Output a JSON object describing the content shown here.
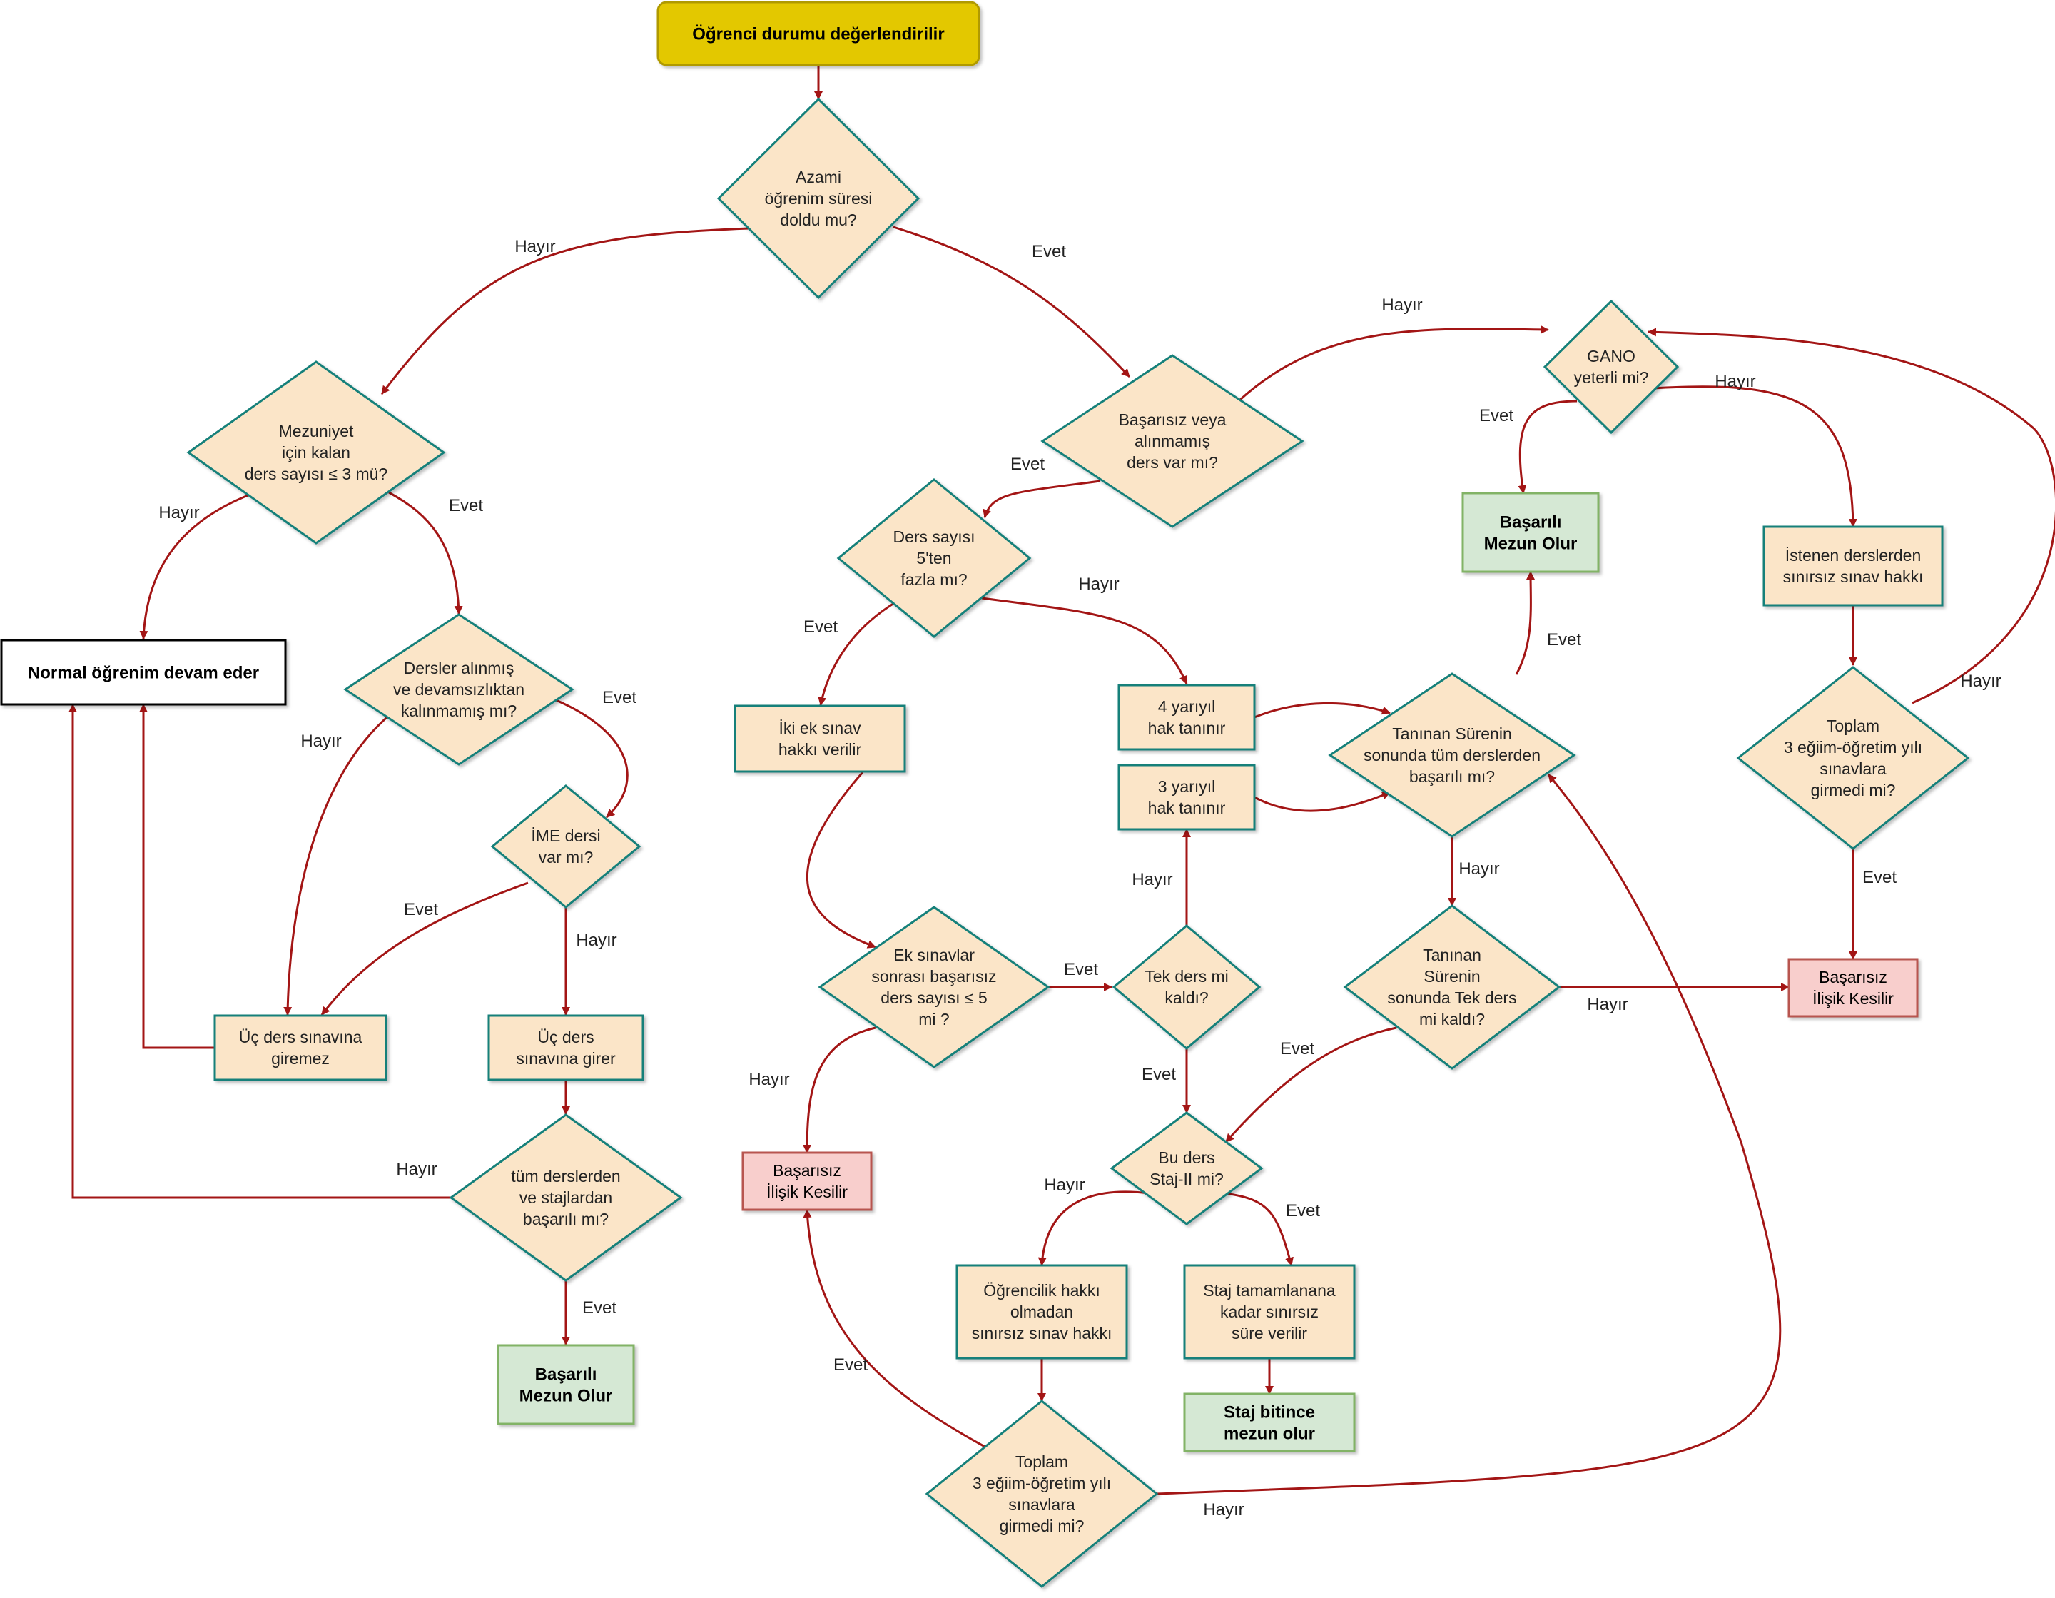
{
  "colors": {
    "node_fill": "#fbe5c8",
    "node_stroke": "#12807a",
    "start_fill": "#e3c800",
    "start_stroke": "#b09a00",
    "success_fill": "#d5e8d4",
    "success_stroke": "#82b366",
    "fail_fill": "#f8cecc",
    "fail_stroke": "#b85450",
    "edge": "#a31515",
    "normal_stroke": "#000000"
  },
  "nodes": [
    {
      "id": "start",
      "shape": "start",
      "lines": [
        "Öğrenci durumu değerlendirilir"
      ],
      "bold": true
    },
    {
      "id": "azami",
      "shape": "diamond",
      "lines": [
        "Azami",
        "öğrenim süresi",
        "doldu mu?"
      ]
    },
    {
      "id": "mezuniyet",
      "shape": "diamond",
      "lines": [
        "Mezuniyet",
        "için kalan",
        "ders sayısı ≤ 3 mü?"
      ]
    },
    {
      "id": "normal",
      "shape": "normal",
      "lines": [
        "Normal öğrenim devam eder"
      ],
      "bold": true
    },
    {
      "id": "dersler",
      "shape": "diamond",
      "lines": [
        "Dersler alınmış",
        "ve devamsızlıktan",
        "kalınmamış mı?"
      ]
    },
    {
      "id": "ime",
      "shape": "diamond",
      "lines": [
        "İME dersi",
        "var mı?"
      ]
    },
    {
      "id": "ucgiremez",
      "shape": "rect",
      "lines": [
        "Üç ders sınavına",
        "giremez"
      ]
    },
    {
      "id": "ucgirer",
      "shape": "rect",
      "lines": [
        "Üç ders",
        "sınavına girer"
      ]
    },
    {
      "id": "tumders1",
      "shape": "diamond",
      "lines": [
        "tüm derslerden",
        "ve stajlardan",
        "başarılı mı?"
      ]
    },
    {
      "id": "mezun1",
      "shape": "success",
      "lines": [
        "Başarılı",
        "Mezun Olur"
      ],
      "bold": true
    },
    {
      "id": "basarisiz",
      "shape": "diamond",
      "lines": [
        "Başarısız veya",
        "alınmamış",
        "ders var mı?"
      ]
    },
    {
      "id": "ders5",
      "shape": "diamond",
      "lines": [
        "Ders sayısı",
        "5'ten",
        "fazla mı?"
      ]
    },
    {
      "id": "ikiek",
      "shape": "rect",
      "lines": [
        "İki ek sınav",
        "hakkı verilir"
      ]
    },
    {
      "id": "yariyil4",
      "shape": "rect",
      "lines": [
        "4 yarıyıl",
        "hak tanınır"
      ]
    },
    {
      "id": "yariyil3",
      "shape": "rect",
      "lines": [
        "3 yarıyıl",
        "hak tanınır"
      ]
    },
    {
      "id": "taninan1",
      "shape": "diamond",
      "lines": [
        "Tanınan Sürenin",
        "sonunda tüm derslerden",
        "başarılı mı?"
      ]
    },
    {
      "id": "gano",
      "shape": "diamond",
      "lines": [
        "GANO",
        "yeterli mi?"
      ]
    },
    {
      "id": "mezun2",
      "shape": "success",
      "lines": [
        "Başarılı",
        "Mezun Olur"
      ],
      "bold": true
    },
    {
      "id": "istenen",
      "shape": "rect",
      "lines": [
        "İstenen derslerden",
        "sınırsız sınav hakkı"
      ]
    },
    {
      "id": "toplam1",
      "shape": "diamond",
      "lines": [
        "Toplam",
        "3 eğiim-öğretim yılı",
        "sınavlara",
        "girmedi mi?"
      ]
    },
    {
      "id": "ilisik1",
      "shape": "fail",
      "lines": [
        "Başarısız",
        "İlişik Kesilir"
      ]
    },
    {
      "id": "ek5",
      "shape": "diamond",
      "lines": [
        "Ek sınavlar",
        "sonrası başarısız",
        "ders sayısı ≤ 5",
        "mi ?"
      ]
    },
    {
      "id": "tekders",
      "shape": "diamond",
      "lines": [
        "Tek ders mi",
        "kaldı?"
      ]
    },
    {
      "id": "taninan2",
      "shape": "diamond",
      "lines": [
        "Tanınan",
        "Sürenin",
        "sonunda Tek ders",
        "mi kaldı?"
      ]
    },
    {
      "id": "ilisik2",
      "shape": "fail",
      "lines": [
        "Başarısız",
        "İlişik Kesilir"
      ]
    },
    {
      "id": "staj",
      "shape": "diamond",
      "lines": [
        "Bu ders",
        "Staj-II mi?"
      ]
    },
    {
      "id": "ogrencilik",
      "shape": "rect",
      "lines": [
        "Öğrencilik hakkı",
        "olmadan",
        "sınırsız sınav hakkı"
      ]
    },
    {
      "id": "stajtam",
      "shape": "rect",
      "lines": [
        "Staj tamamlanana",
        "kadar sınırsız",
        "süre verilir"
      ]
    },
    {
      "id": "stajbitince",
      "shape": "success",
      "lines": [
        "Staj bitince",
        "mezun olur"
      ],
      "bold": true
    },
    {
      "id": "toplam2",
      "shape": "diamond",
      "lines": [
        "Toplam",
        "3 eğiim-öğretim yılı",
        "sınavlara",
        "girmedi mi?"
      ]
    }
  ],
  "edge_labels": [
    {
      "id": "l-azami-hayir",
      "text": "Hayır"
    },
    {
      "id": "l-azami-evet",
      "text": "Evet"
    },
    {
      "id": "l-mez-hayir",
      "text": "Hayır"
    },
    {
      "id": "l-mez-evet",
      "text": "Evet"
    },
    {
      "id": "l-ders-hayir",
      "text": "Hayır"
    },
    {
      "id": "l-ders-evet",
      "text": "Evet"
    },
    {
      "id": "l-ime-evet",
      "text": "Evet"
    },
    {
      "id": "l-ime-hayir",
      "text": "Hayır"
    },
    {
      "id": "l-tum1-hayir",
      "text": "Hayır"
    },
    {
      "id": "l-tum1-evet",
      "text": "Evet"
    },
    {
      "id": "l-bas-hayir",
      "text": "Hayır"
    },
    {
      "id": "l-bas-evet",
      "text": "Evet"
    },
    {
      "id": "l-d5-evet",
      "text": "Evet"
    },
    {
      "id": "l-d5-hayir",
      "text": "Hayır"
    },
    {
      "id": "l-gano-evet",
      "text": "Evet"
    },
    {
      "id": "l-gano-hayir",
      "text": "Hayır"
    },
    {
      "id": "l-tan1-evet",
      "text": "Evet"
    },
    {
      "id": "l-tan1-hayir",
      "text": "Hayır"
    },
    {
      "id": "l-top1-hayir",
      "text": "Hayır"
    },
    {
      "id": "l-top1-evet",
      "text": "Evet"
    },
    {
      "id": "l-ek5-evet",
      "text": "Evet"
    },
    {
      "id": "l-ek5-hayir",
      "text": "Hayır"
    },
    {
      "id": "l-tek-hayir",
      "text": "Hayır"
    },
    {
      "id": "l-tek-evet",
      "text": "Evet"
    },
    {
      "id": "l-tan2-hayir",
      "text": "Hayır"
    },
    {
      "id": "l-tan2-evet",
      "text": "Evet"
    },
    {
      "id": "l-staj-hayir",
      "text": "Hayır"
    },
    {
      "id": "l-staj-evet",
      "text": "Evet"
    },
    {
      "id": "l-top2-evet",
      "text": "Evet"
    },
    {
      "id": "l-top2-hayir",
      "text": "Hayır"
    }
  ]
}
